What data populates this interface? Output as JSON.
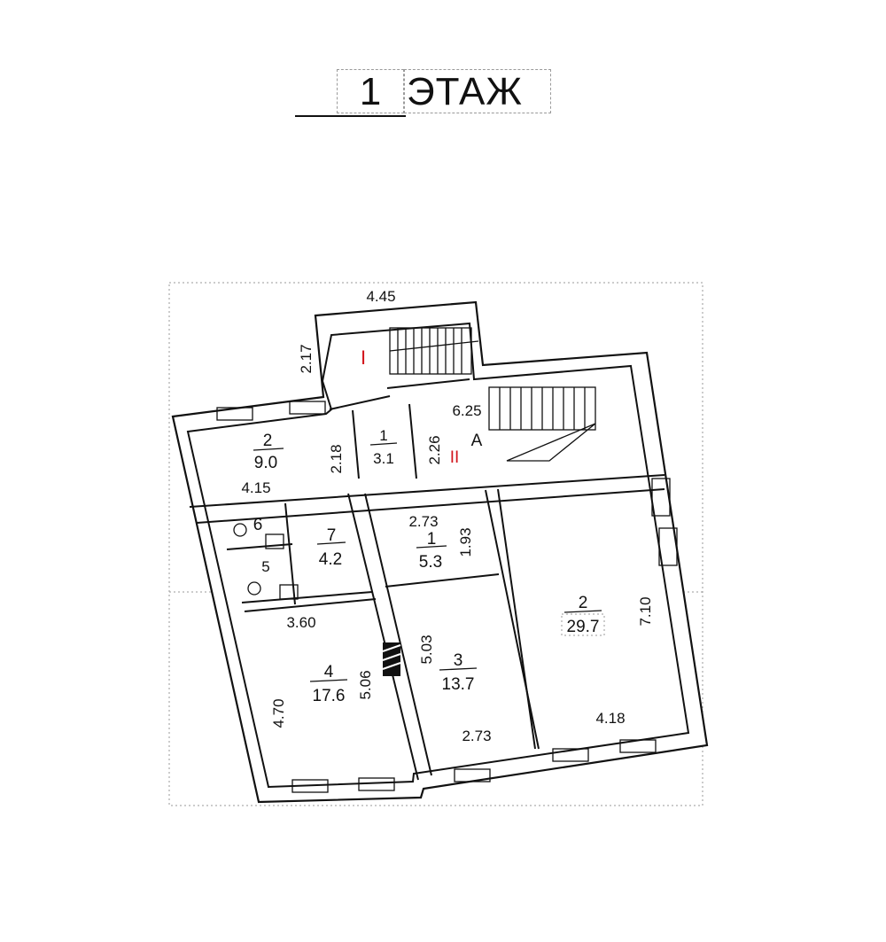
{
  "title": {
    "number": "1",
    "word": "ЭТАЖ"
  },
  "staircases": {
    "stair_1": "I",
    "stair_2": "II",
    "letter": "A"
  },
  "rooms": [
    {
      "number": "2",
      "area": "9.0"
    },
    {
      "number": "1",
      "area": "3.1"
    },
    {
      "number": "6"
    },
    {
      "number": "7",
      "area": "4.2"
    },
    {
      "number": "5"
    },
    {
      "number": "1",
      "area": "5.3"
    },
    {
      "number": "4",
      "area": "17.6"
    },
    {
      "number": "3",
      "area": "13.7"
    },
    {
      "number": "2",
      "area": "29.7"
    }
  ],
  "dimensions": [
    "4.45",
    "2.17",
    "6.25",
    "2.26",
    "2.18",
    "4.15",
    "2.73",
    "1.93",
    "3.60",
    "5.03",
    "5.06",
    "4.70",
    "2.73",
    "7.10",
    "4.18"
  ],
  "colors": {
    "ink": "#111111",
    "staircase_mark": "#d2151c",
    "guide": "#9a9a9a"
  }
}
